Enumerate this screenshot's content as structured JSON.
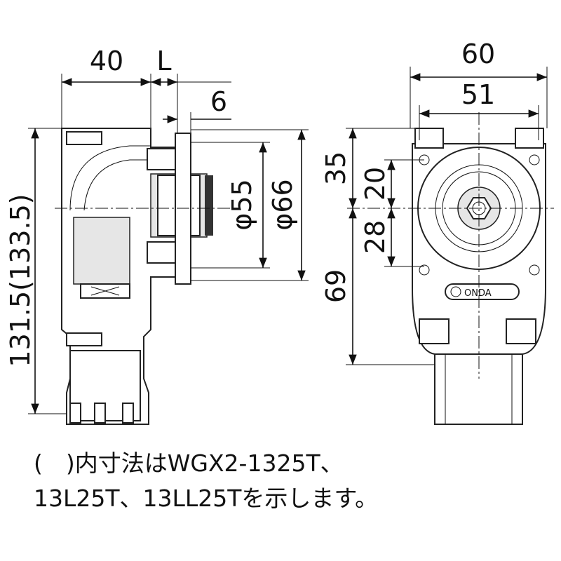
{
  "dimensions": {
    "width_40": "40",
    "length_L": "L",
    "offset_6": "6",
    "height_total": "131.5(133.5)",
    "dia_55": "φ55",
    "dia_66": "φ66",
    "width_60": "60",
    "width_51": "51",
    "upper_35": "35",
    "upper_20": "20",
    "lower_28": "28",
    "lower_69": "69"
  },
  "logo": {
    "text": "ONDA"
  },
  "note": {
    "line1": "(　)内寸法はWGX2-1325T、",
    "line2": "13L25T、13LL25Tを示します。"
  }
}
